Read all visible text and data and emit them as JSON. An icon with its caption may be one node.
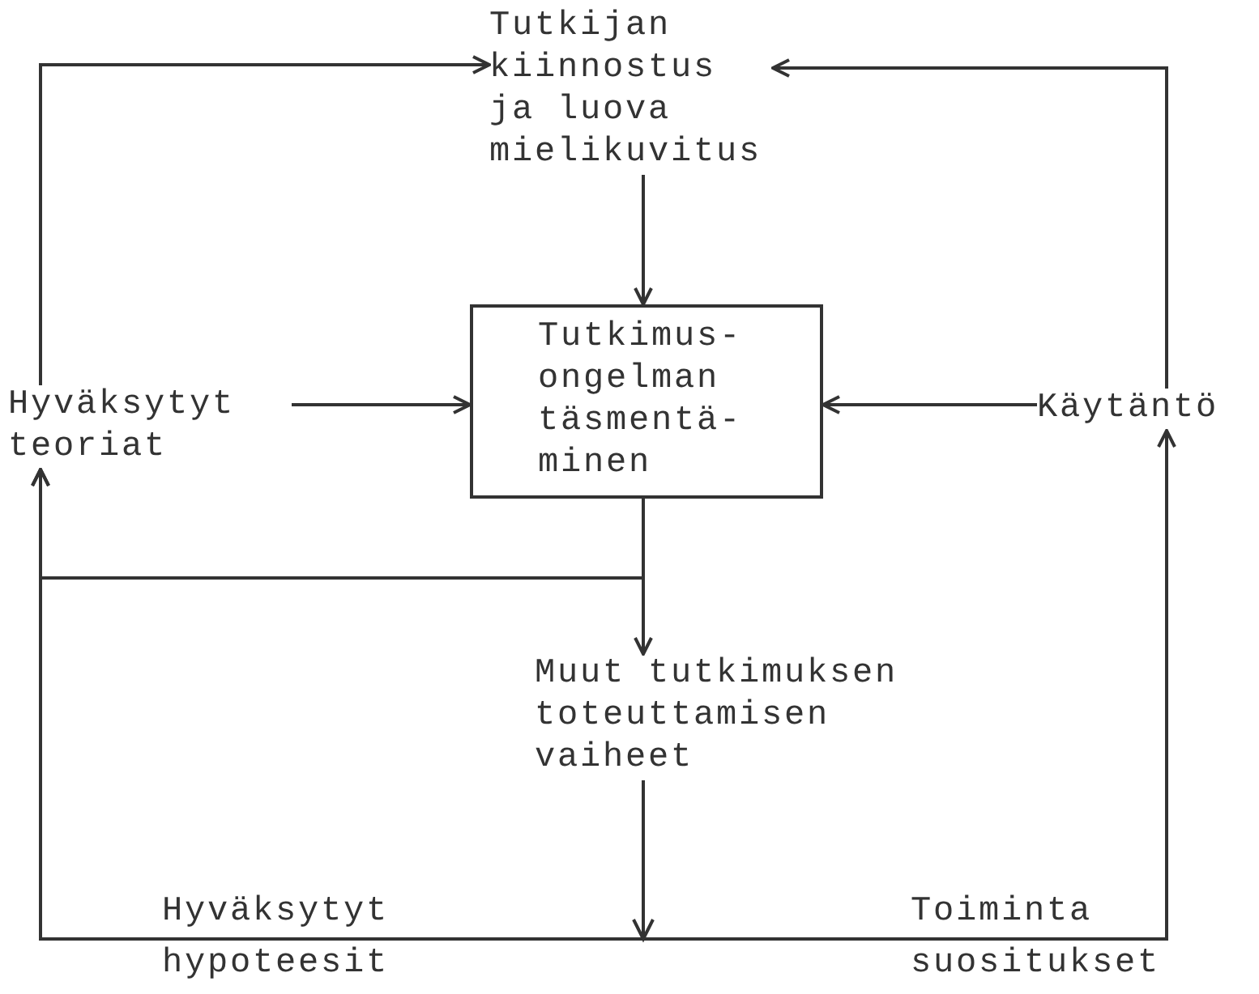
{
  "diagram": {
    "nodes": [
      {
        "text": [
          "Tutkijan kiinnostus ja luova mielikuvitus"
        ]
      },
      {
        "text": [
          "Tutkimus- ongelman täsmentä- minen"
        ]
      },
      {
        "text": [
          "Hyväksytyt teoriat"
        ]
      },
      {
        "text": [
          "Käytäntö"
        ]
      },
      {
        "text": [
          "Muut tutkimuksen toteuttamisen vaiheet"
        ]
      }
    ],
    "edges": [
      {
        "from": 0,
        "to": 1,
        "arrow": "to"
      },
      {
        "from": 2,
        "to": 1,
        "arrow": "to"
      },
      {
        "from": 3,
        "to": 1,
        "arrow": "to"
      },
      {
        "from": 2,
        "to": 0,
        "arrow": "to"
      },
      {
        "from": 3,
        "to": 0,
        "arrow": "to"
      },
      {
        "from": 1,
        "to": 4,
        "arrow": "to"
      },
      {
        "from": 1,
        "to": 2,
        "arrow": "to"
      },
      {
        "from": 4,
        "to": 2,
        "arrow": "to",
        "label": "Hyväksytyt hypoteesit"
      },
      {
        "from": 4,
        "to": 3,
        "arrow": "to",
        "label": "Toiminta suositukset"
      }
    ]
  }
}
